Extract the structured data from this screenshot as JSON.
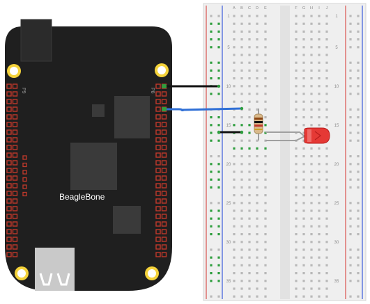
{
  "board": {
    "name": "BeagleBone",
    "header_left": "P9",
    "header_right": "P8"
  },
  "breadboard": {
    "column_letters_left": [
      "A",
      "B",
      "C",
      "D",
      "E"
    ],
    "column_letters_right": [
      "F",
      "G",
      "H",
      "I",
      "J"
    ],
    "row_numbers": [
      "1",
      "5",
      "10",
      "15",
      "20",
      "25",
      "30",
      "35"
    ]
  },
  "components": {
    "resistor": "resistor",
    "led": "red LED",
    "wire_ground": "black jumper wire",
    "wire_signal": "blue jumper wire"
  },
  "colors": {
    "board": "#1f1f1f",
    "pcb_hole": "#d9d9d9",
    "header_pin": "#c0392b",
    "breadboard": "#efefef",
    "rail_red": "#d9534f",
    "rail_blue": "#3b5bdb",
    "connected_hole": "#2e9e3e",
    "wire_black": "#111111",
    "wire_blue": "#2f6fd6",
    "led": "#e53935"
  }
}
